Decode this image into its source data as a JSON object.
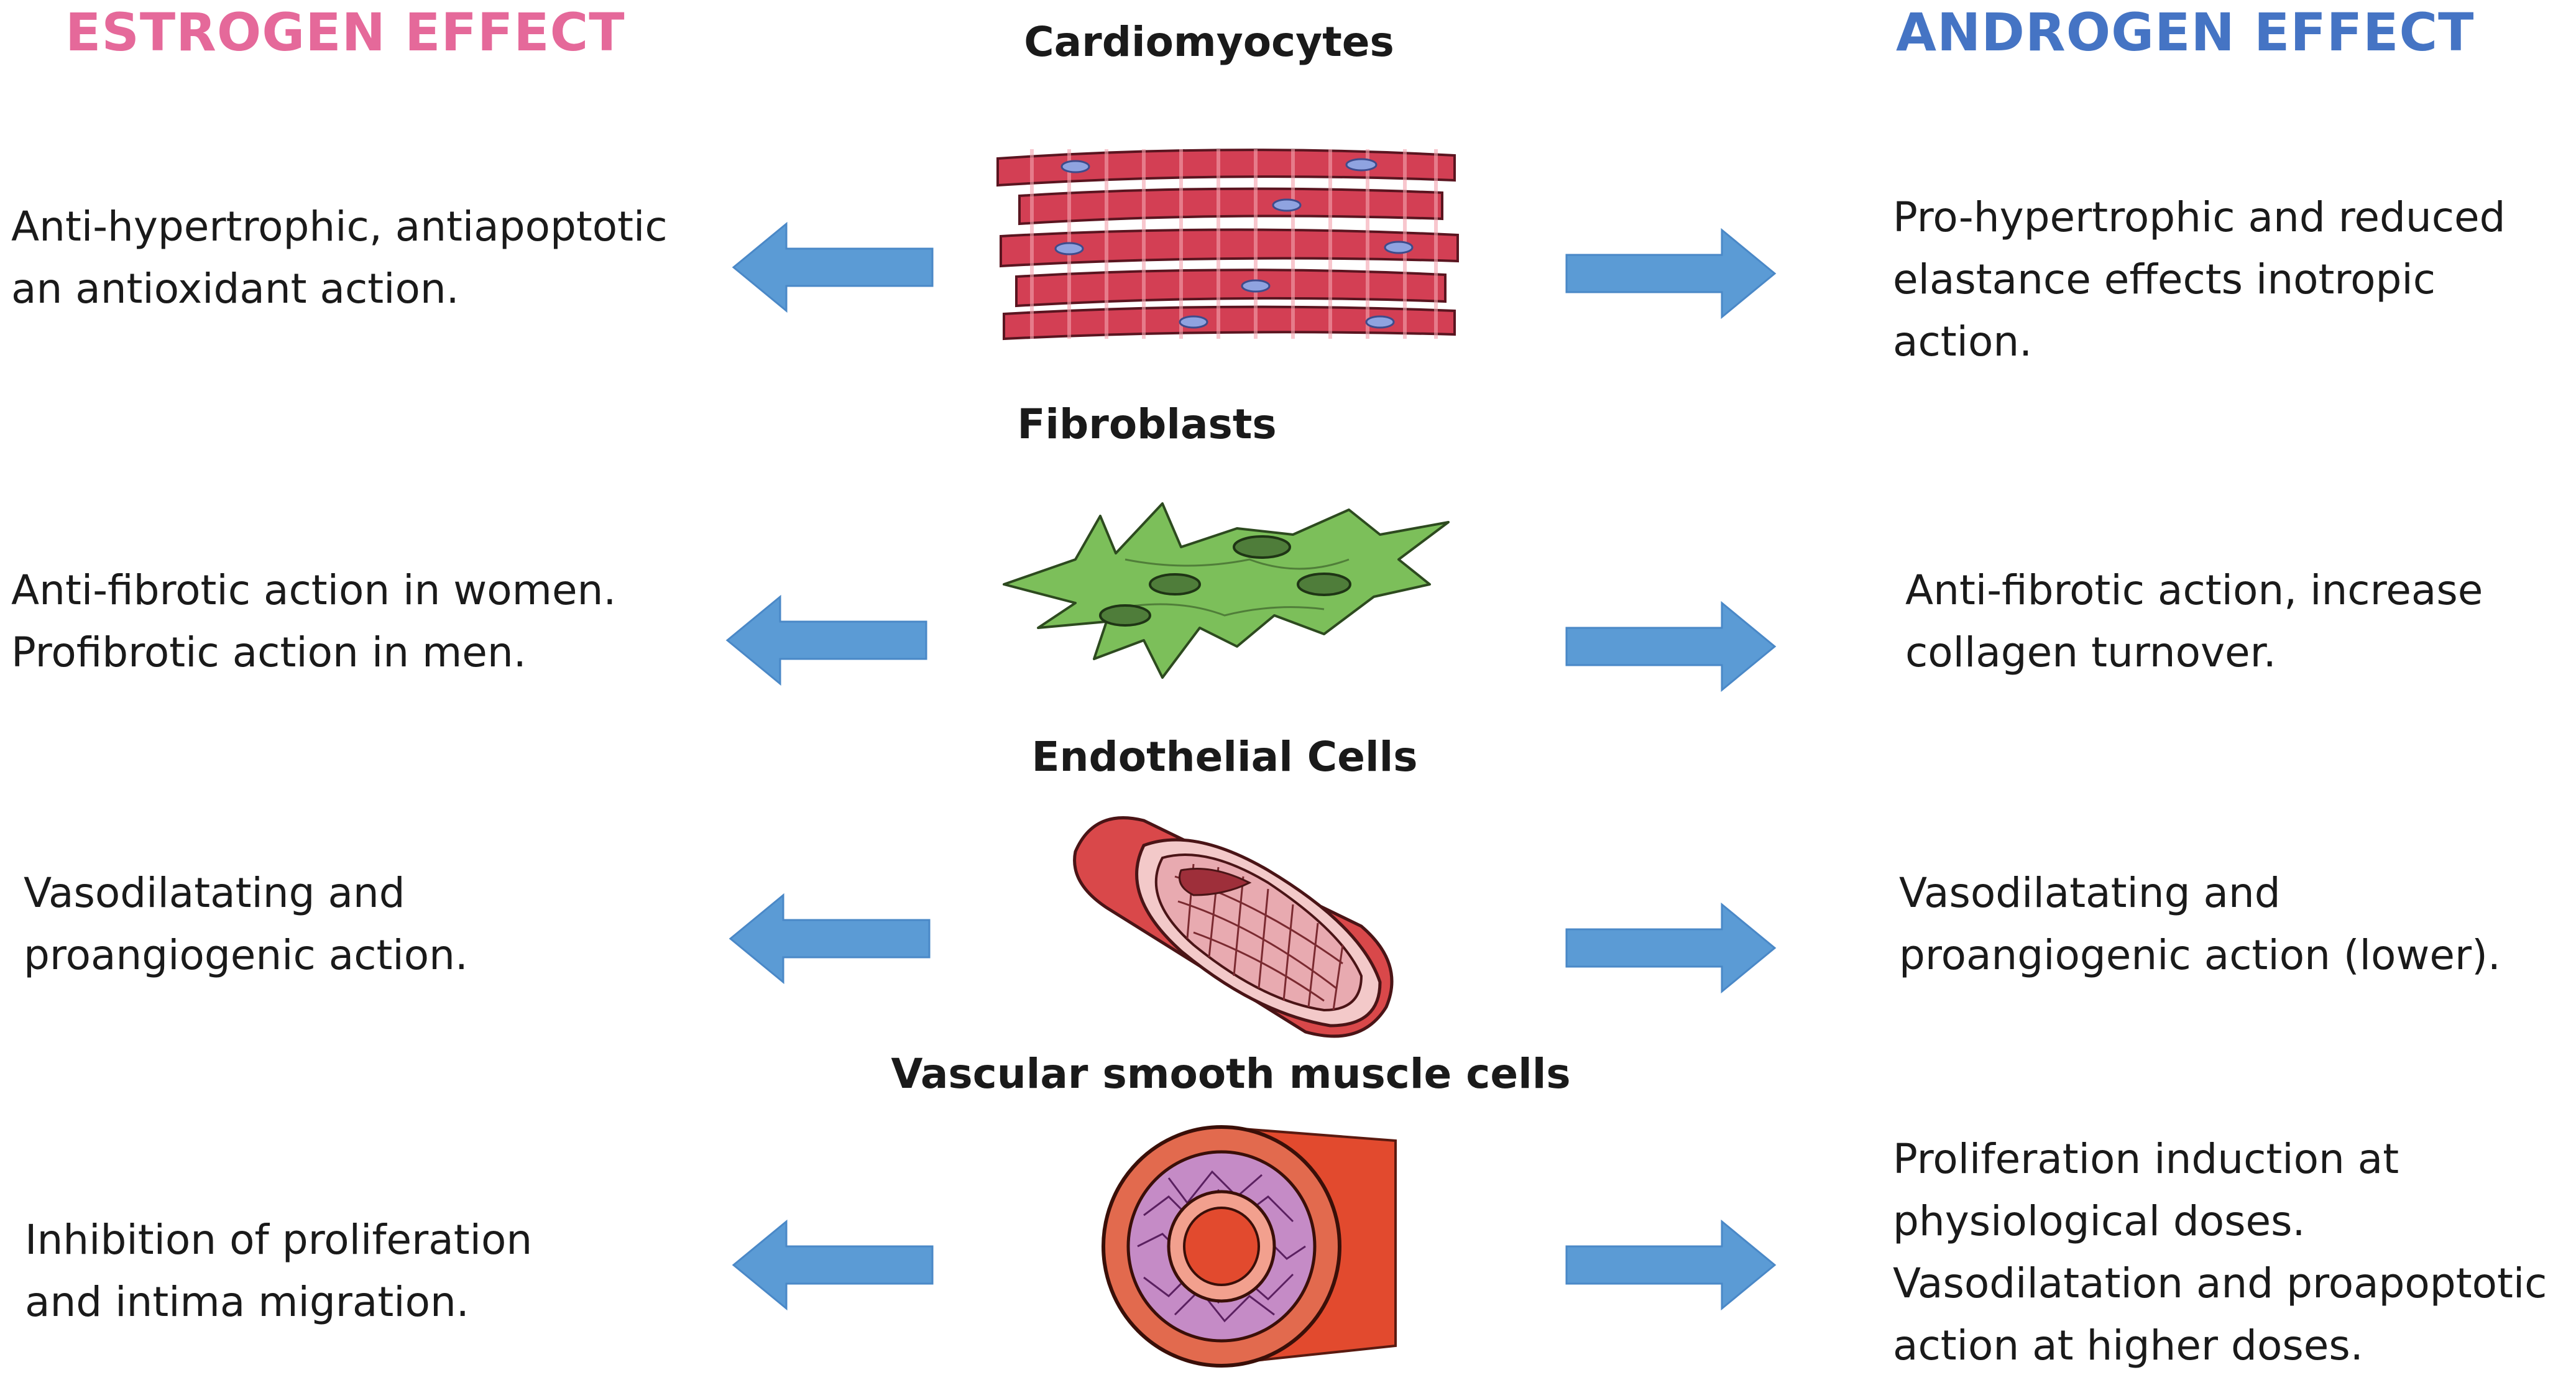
{
  "headers": {
    "estrogen": "ESTROGEN EFFECT",
    "androgen": "ANDROGEN EFFECT"
  },
  "colors": {
    "estrogen_header": "#e5699a",
    "androgen_header": "#4574c4",
    "arrow": "#5b9bd5",
    "arrow_stroke": "#4a88c7",
    "cardiomyocyte": "#d33f54",
    "fibroblast": "#7cbf5a",
    "vessel_red": "#d9484a",
    "vessel_pink": "#f3c9c9",
    "smooth_muscle_purple": "#c58bc6"
  },
  "rows": [
    {
      "title": "Cardiomyocytes",
      "left": [
        "Anti-hypertrophic, antiapoptotic",
        "an antioxidant action."
      ],
      "right": [
        "Pro-hypertrophic and reduced",
        "elastance effects inotropic",
        "action."
      ]
    },
    {
      "title": "Fibroblasts",
      "left": [
        "Anti-fibrotic action in women.",
        "Profibrotic action in men."
      ],
      "right": [
        "Anti-fibrotic action, increase",
        "collagen turnover."
      ]
    },
    {
      "title": "Endothelial Cells",
      "left": [
        "Vasodilatating and",
        "proangiogenic action."
      ],
      "right": [
        "Vasodilatating and",
        "proangiogenic action (lower)."
      ]
    },
    {
      "title": "Vascular smooth muscle cells",
      "left": [
        "Inhibition of proliferation",
        "and intima migration."
      ],
      "right": [
        "Proliferation induction at",
        "physiological doses.",
        "Vasodilatation and proapoptotic",
        "action at higher doses."
      ]
    }
  ]
}
